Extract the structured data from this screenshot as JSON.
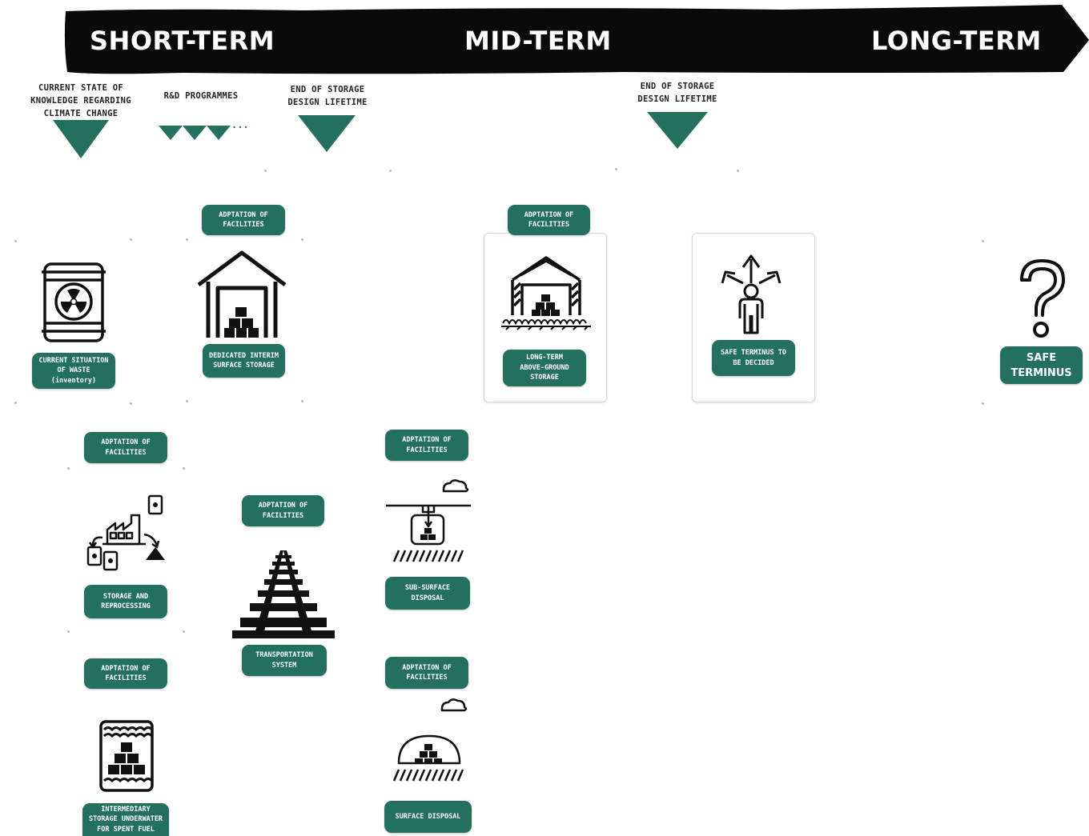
{
  "timeline": {
    "phases": [
      "SHORT-TERM",
      "MID-TERM",
      "LONG-TERM"
    ]
  },
  "markers": {
    "current_state": "CURRENT STATE OF\nKNOWLEDGE REGARDING\nCLIMATE CHANGE",
    "rd_programmes": "R&D PROGRAMMES",
    "end_storage_1": "END OF STORAGE\nDESIGN LIFETIME",
    "end_storage_2": "END OF STORAGE\nDESIGN LIFETIME"
  },
  "nodes": {
    "adaptation_label": "ADPTATION OF\nFACILITIES",
    "current_situation": "CURRENT SITUATION\nOF WASTE\n(inventory)",
    "dedicated_interim": "DEDICATED INTERIM\nSURFACE STORAGE",
    "long_term_above": "LONG-TERM\nABOVE-GROUND\nSTORAGE",
    "safe_terminus_tbd": "SAFE TERMINUS TO\nBE DECIDED",
    "safe_terminus": "SAFE\nTERMINUS",
    "storage_reprocessing": "STORAGE AND\nREPROCESSING",
    "transportation": "TRANSPORTATION\nSYSTEM",
    "sub_surface": "SUB-SURFACE\nDISPOSAL",
    "surface_disposal": "SURFACE DISPOSAL",
    "intermediary": "INTERMEDIARY\nSTORAGE UNDERWATER\nFOR SPENT FUEL"
  },
  "colors": {
    "accent": "#24705f",
    "timeline_bar": "#0a0a0a"
  },
  "icons": [
    "radioactive-barrel-icon",
    "warehouse-icon",
    "warehouse-icon",
    "person-arrows-icon",
    "question-mark-icon",
    "factory-icon",
    "railway-track-icon",
    "underground-disposal-icon",
    "surface-dome-icon",
    "underwater-storage-icon",
    "cloud-icon"
  ]
}
